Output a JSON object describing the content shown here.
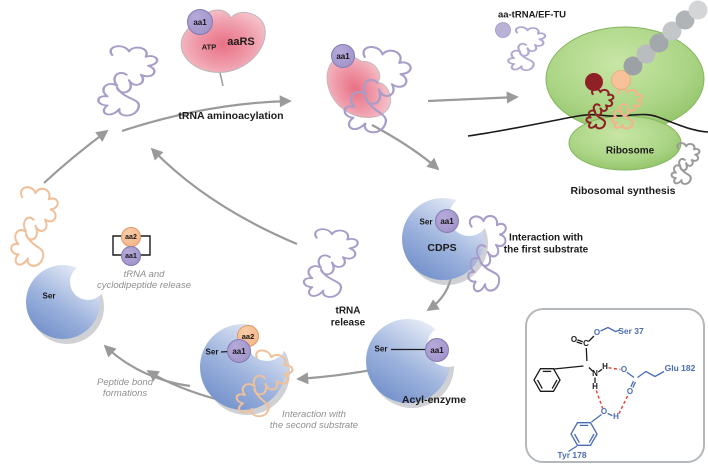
{
  "molecules": {
    "aa1": "aa1",
    "aa2": "aa2",
    "atp": "ATP",
    "aars": "aaRS",
    "cdps": "CDPS",
    "ser": "Ser"
  },
  "labels": {
    "aminoacylation": "tRNA aminoacylation",
    "ef_tu": "aa-tRNA/EF-TU",
    "ribosome": "Ribosome",
    "ribosomal_synthesis": "Ribosomal synthesis",
    "first_substrate": {
      "line1": "Interaction with",
      "line2": "the first substrate"
    },
    "trna_release": {
      "line1": "tRNA",
      "line2": "release"
    },
    "acyl_enzyme": "Acyl-enzyme",
    "second_substrate": {
      "line1": "Interaction with",
      "line2": "the second substrate"
    },
    "peptide_bonds": {
      "line1": "Peptide bond",
      "line2": "formations"
    },
    "product_release": {
      "line1": "tRNA and",
      "line2": "cyclodipeptide release"
    }
  },
  "inset": {
    "residues": {
      "ser": "Ser 37",
      "glu": "Glu 182",
      "tyr": "Tyr 178"
    },
    "atoms": {
      "o": "O",
      "c": "C",
      "n": "N",
      "h": "H"
    }
  },
  "colors": {
    "aa1_purple": "#9c8fc7",
    "aa2_peach": "#f4b183",
    "aars_pink": "#ec8296",
    "cdps_blue": "#7b98cf",
    "ribosome_green": "#a5d07d",
    "trna_purple": "#a89cc8",
    "trna_peach": "#f0c09a",
    "trna_darkred": "#8f2026",
    "trna_grey": "#9a9a9a",
    "arrow_grey": "#9a9a9a",
    "hbond_red": "#e8392e",
    "residue_blue": "#4a6cb3",
    "mrna_black": "#1b1b1b"
  }
}
